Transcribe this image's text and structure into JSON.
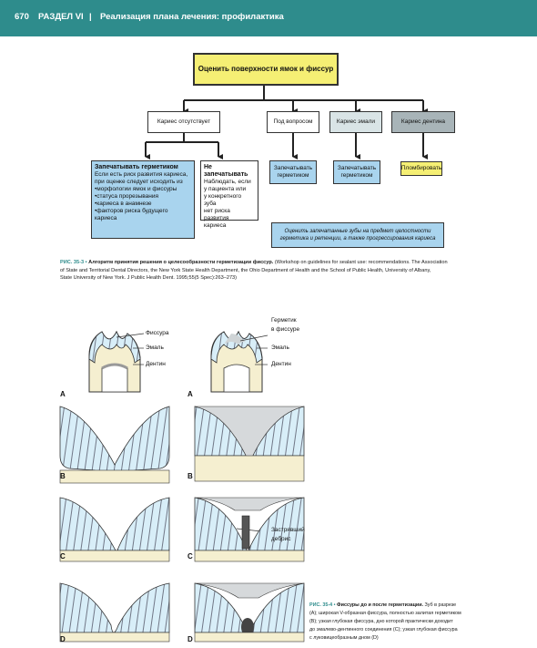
{
  "header": {
    "page_number": "670",
    "section": "РАЗДЕЛ VI",
    "separator": "|",
    "title": "Реализация плана лечения: профилактика"
  },
  "flowchart": {
    "root": "Оценить поверхности ямок и фиссур",
    "branches": {
      "no_caries": "Кариес отсутствует",
      "questionable": "Под вопросом",
      "enamel": "Кариес эмали",
      "dentin": "Кариес дентина"
    },
    "seal_box": {
      "title": "Запечатывать герметиком",
      "lines": [
        "Если есть риск развития кариеса,",
        "при оценке следует исходить из",
        "•морфологии ямок и фиссуры",
        "•статуса прорезывания",
        "•кариеса в анамнезе",
        "•факторов риска будущего",
        "  кариеса"
      ]
    },
    "no_seal_box": {
      "title": "Не запечатывать",
      "lines": [
        "Наблюдать, если",
        "у пациента или",
        "у конкретного зуба",
        "нет риска развития",
        "кариеса"
      ]
    },
    "outcome_questionable": [
      "Запечатывать",
      "герметиком"
    ],
    "outcome_enamel": [
      "Запечатывать",
      "герметиком"
    ],
    "outcome_dentin": "Пломбировать",
    "note": [
      "Оценить запечатанные зубы на предмет целостности",
      "герметика и ретенции, а также прогрессирования кариеса"
    ]
  },
  "fig3": {
    "label": "РИС. 35-3 •",
    "title": " Алгоритм принятия решения о целесообразности герметизации фиссур.",
    "text_lines": [
      " (Workshop on guidelines for sealant use: recommendations. The Association",
      "of State and Territorial Dental Directors, the New York State Health Department, the Ohio Department of Health and the School of Public Health, University of Albany,",
      "State University of New York. J Public Health Dent. 1995;55(5 Spec):263–273)"
    ]
  },
  "fig4": {
    "left_labels": {
      "fissure": "Фиссура",
      "enamel": "Эмаль",
      "dentin": "Дентин"
    },
    "right_labels": {
      "sealant_line1": "Герметик",
      "sealant_line2": "в фиссуре",
      "enamel": "Эмаль",
      "dentin": "Дентин",
      "debris_line1": "Застрявший",
      "debris_line2": "дебрис"
    },
    "panel_letters": [
      "A",
      "B",
      "C",
      "D"
    ],
    "caption": {
      "label": "РИС. 35-4 •",
      "title": " Фиссуры до и после герметизации.",
      "text_first": " Зуб в разрезе",
      "lines": [
        "(A); широкая V-образная фиссура, полностью залитая герметиком",
        "(B); узкая глубокая фиссура, дно которой практически доходит",
        "до эмалево-дентинного соединения (C); узкая глубокая фиссура",
        "с луковицеобразным дном (D)"
      ]
    }
  }
}
